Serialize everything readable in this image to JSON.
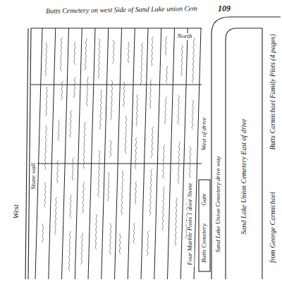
{
  "diagram": {
    "labels": [
      "Butts Cemetery on west Side of Sand Lake union Cem",
      "109",
      "North",
      "West",
      "Stone wall",
      "Butts Cemetery",
      "Gate",
      "Sand Lake Union Cemetery drive way",
      "West of drive",
      "Sand Lake Union Cemetery East of drive",
      "from George Carmichael",
      "Butts Carmichael Family Plots (4 pages)",
      "Four Marble Posts 1 door Stone"
    ]
  }
}
